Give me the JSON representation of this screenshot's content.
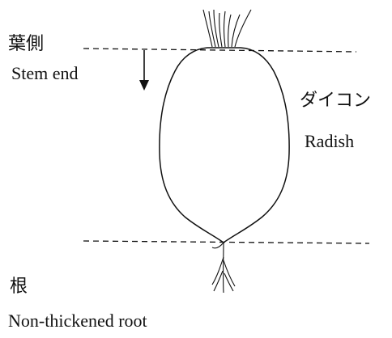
{
  "labels": {
    "leaf_side_jp": "葉側",
    "stem_end_en": "Stem end",
    "radish_jp": "ダイコン",
    "radish_en": "Radish",
    "root_jp": "根",
    "root_en": "Non-thickened root"
  },
  "colors": {
    "line": "#111111",
    "background": "#ffffff"
  }
}
